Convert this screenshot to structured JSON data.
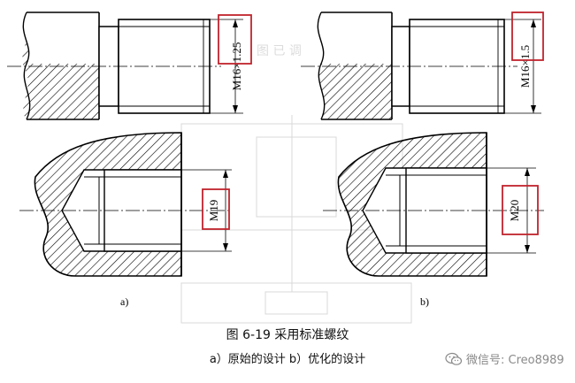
{
  "figure": {
    "panel_a": {
      "label": "a)",
      "bolt_dim": "M16×1.25",
      "hole_dim": "M19"
    },
    "panel_b": {
      "label": "b)",
      "bolt_dim": "M16×1.5",
      "hole_dim": "M20"
    },
    "caption": {
      "title": "图 6-19    采用标准螺纹",
      "subtitle": "a）原始的设计   b）优化的设计"
    },
    "watermark": {
      "text": "微信号: Creo8989",
      "icon": "wechat-icon"
    },
    "colors": {
      "line": "#000000",
      "highlight_box": "#c0232c",
      "faint_bg": "#dadada",
      "watermark": "#8a8a8a"
    }
  }
}
